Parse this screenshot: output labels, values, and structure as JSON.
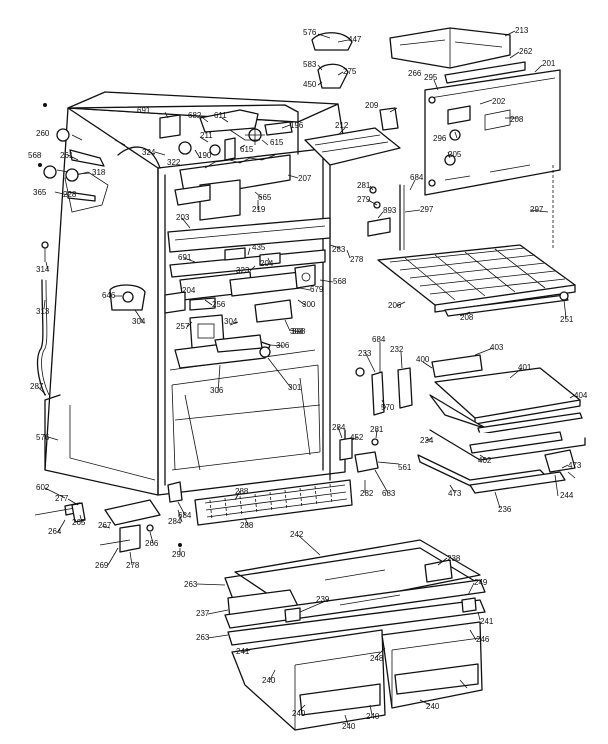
{
  "labels": {
    "l447": "447",
    "l576": "576",
    "l213": "213",
    "l583": "583",
    "l275": "275",
    "l450": "450",
    "l266": "266",
    "l262": "262",
    "l201": "201",
    "l295": "295",
    "l202": "202",
    "l208": "208",
    "l296": "296",
    "l205": "205",
    "l209": "209",
    "l691a": "691",
    "l682": "682",
    "l611": "611",
    "l196": "196",
    "l260": "260",
    "l261": "261",
    "l324": "324",
    "l211": "211",
    "l615a": "615",
    "l615b": "615",
    "l568a": "568",
    "l318": "318",
    "l322": "322",
    "l190": "190",
    "l365": "365",
    "l228": "228",
    "l207": "207",
    "l212": "212",
    "l665": "665",
    "l219": "219",
    "l281a": "281",
    "l279": "279",
    "l893": "893",
    "l684a": "684",
    "l297a": "297",
    "l297b": "297",
    "l203": "203",
    "l435": "435",
    "l283": "283",
    "l278a": "278",
    "l314": "314",
    "l691b": "691",
    "l323": "323",
    "l204a": "204",
    "l204b": "204",
    "l568b": "568",
    "l679": "679",
    "l206": "206",
    "l208b": "208",
    "l251": "251",
    "l313": "313",
    "l646": "646",
    "l304a": "304",
    "l300": "300",
    "l257": "257",
    "l256": "256",
    "l304b": "304",
    "l308a": "308",
    "l684b": "684",
    "l233": "233",
    "l232": "232",
    "l400": "400",
    "l403": "403",
    "l306a": "306",
    "l308b": "308",
    "l401": "401",
    "l306b": "306",
    "l301": "301",
    "l570": "570",
    "l404": "404",
    "l287": "287",
    "l281b": "281",
    "l234": "234",
    "l284a": "284",
    "l452": "452",
    "l576b": "576",
    "l561": "561",
    "l402": "402",
    "l473a": "473",
    "l473b": "473",
    "l602": "602",
    "l282": "282",
    "l683": "683",
    "l277": "277",
    "l244": "244",
    "l288a": "288",
    "l236": "236",
    "l264": "264",
    "l684c": "684",
    "l267": "267",
    "l265": "265",
    "l288b": "288",
    "l284b": "284",
    "l266b": "266",
    "l269": "269",
    "l278b": "278",
    "l290": "290",
    "l242": "242",
    "l238": "238",
    "l263a": "263",
    "l249": "249",
    "l237": "237",
    "l239": "239",
    "l263b": "263",
    "l241a": "241",
    "l241b": "241",
    "l246": "246",
    "l248": "248",
    "l240a": "240",
    "l240b": "240",
    "l240c": "240",
    "l240d": "240",
    "l240e": "240"
  }
}
